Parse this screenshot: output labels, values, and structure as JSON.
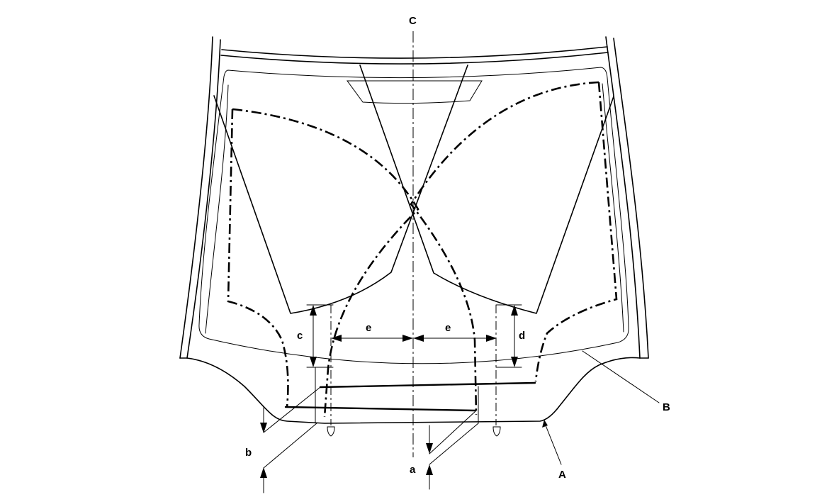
{
  "labels": {
    "a": "a",
    "b": "b",
    "c": "c",
    "d": "d",
    "e_left": "e",
    "e_right": "e",
    "A": "A",
    "B": "B",
    "C": "C"
  }
}
